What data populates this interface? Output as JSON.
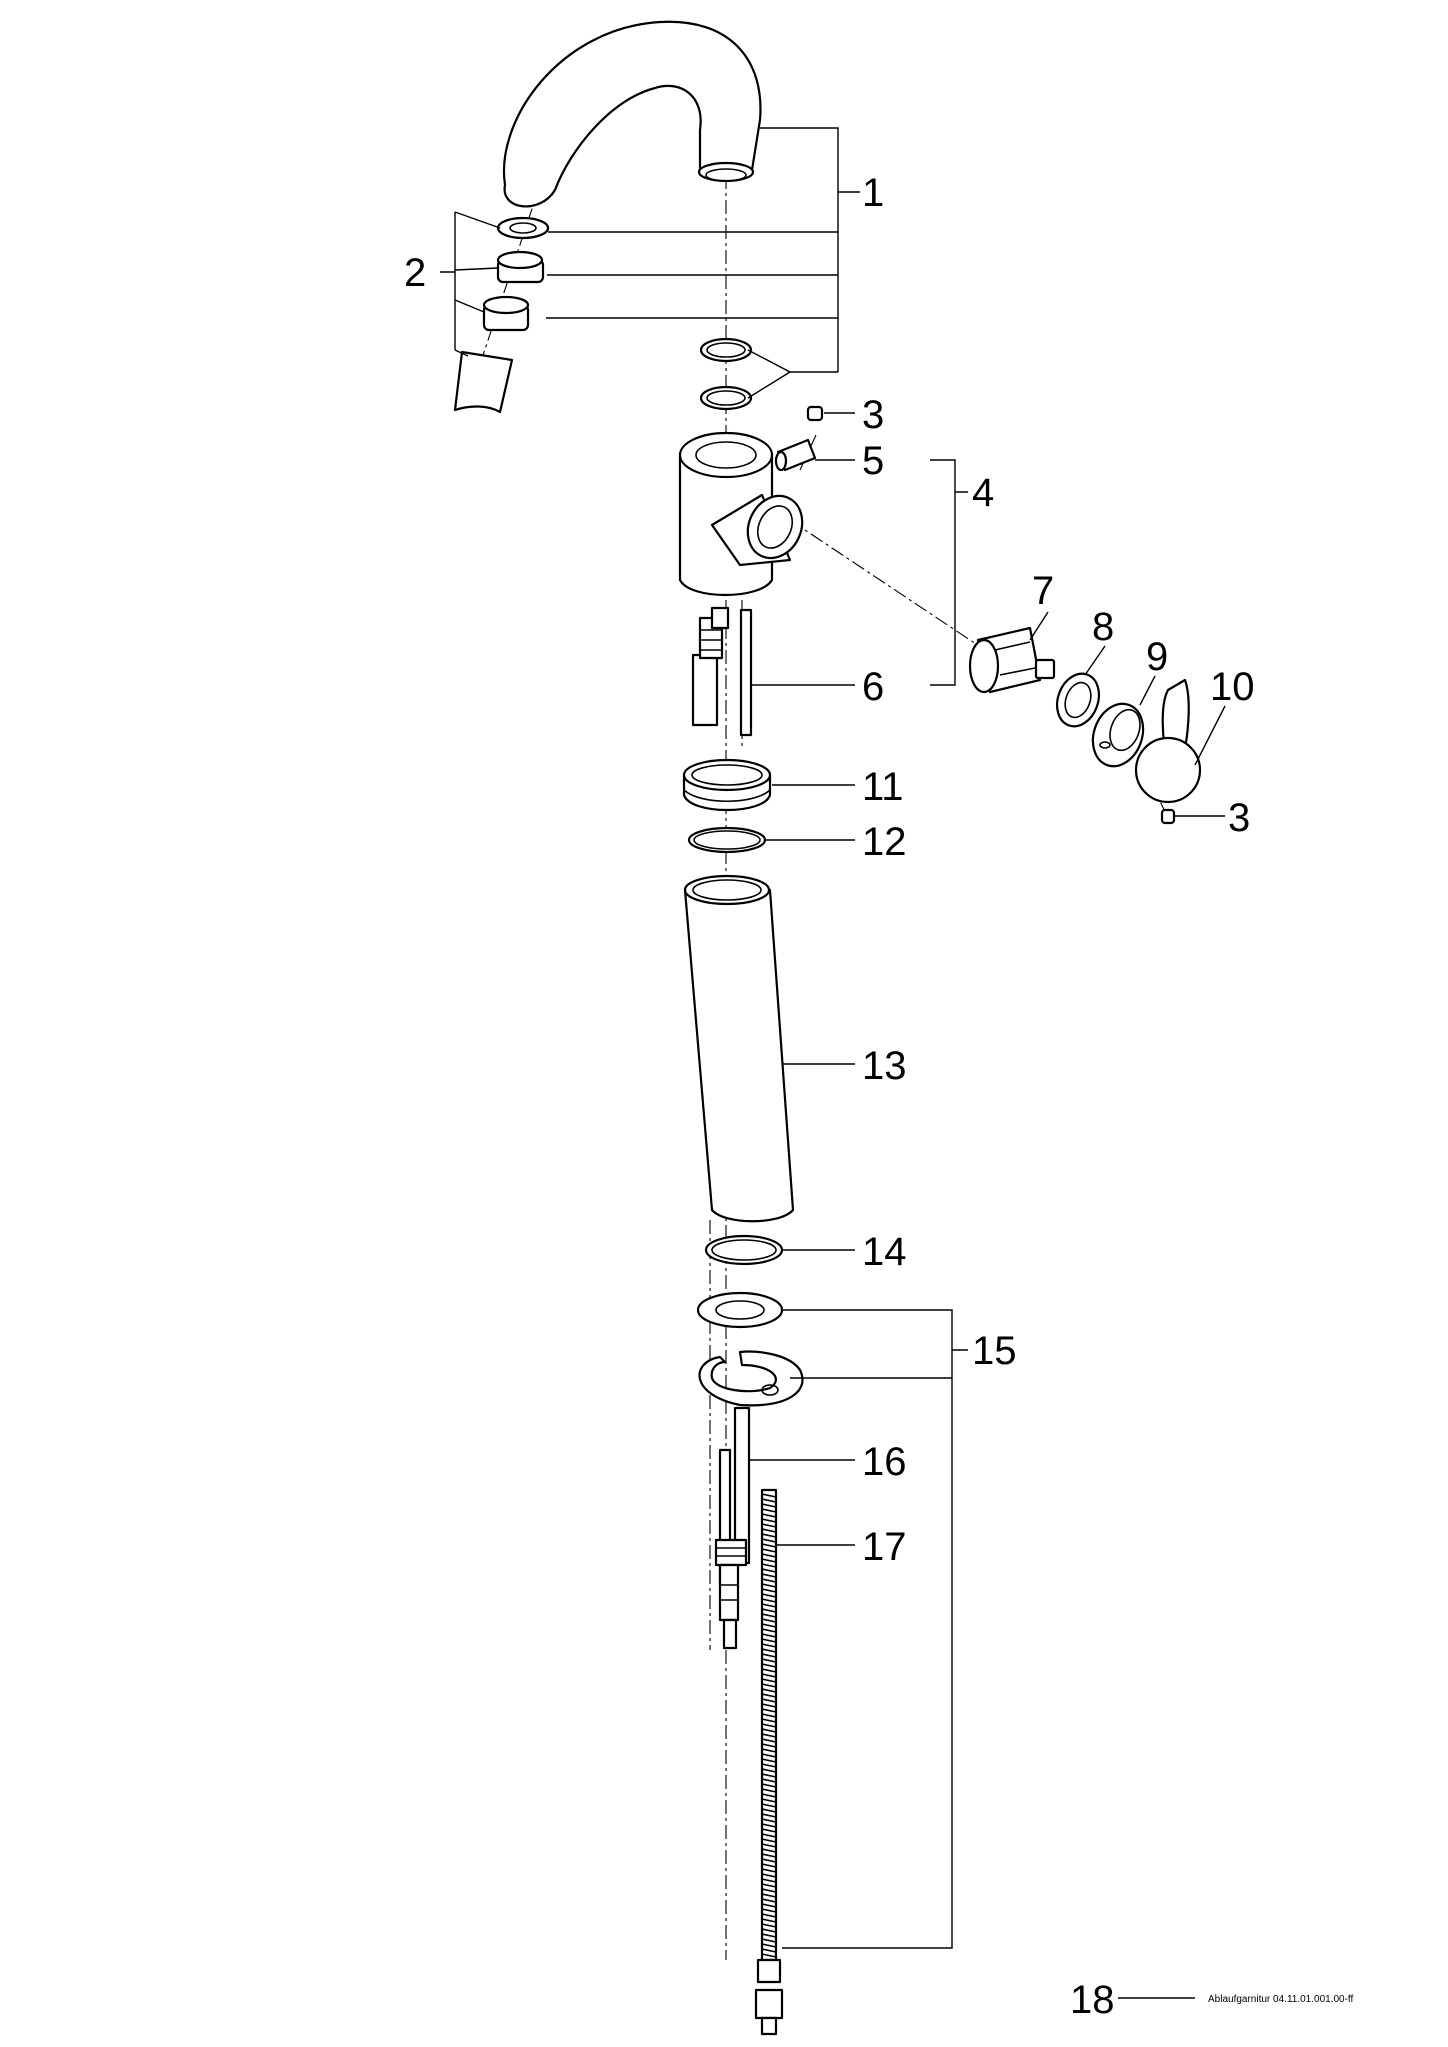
{
  "callouts": {
    "c1": "1",
    "c2": "2",
    "c3a": "3",
    "c3b": "3",
    "c4": "4",
    "c5": "5",
    "c6": "6",
    "c7": "7",
    "c8": "8",
    "c9": "9",
    "c10": "10",
    "c11": "11",
    "c12": "12",
    "c13": "13",
    "c14": "14",
    "c15": "15",
    "c16": "16",
    "c17": "17",
    "c18": "18"
  },
  "footer": {
    "reference": "Ablaufgarnitur 04.11.01.001.00-ff"
  },
  "colors": {
    "line": "#000000",
    "paper": "#ffffff"
  }
}
